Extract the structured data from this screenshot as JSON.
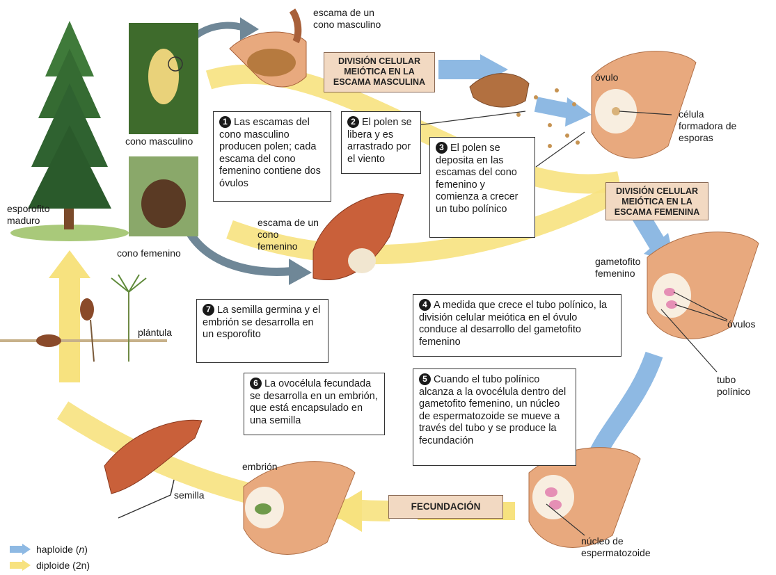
{
  "colors": {
    "haploid_arrow": "#8eb9e3",
    "diploid_arrow": "#f7e27f",
    "stage_fill": "#f2d9c2",
    "tissue": "#e8a97e"
  },
  "labels": {
    "male_scale": "escama de un cono masculino",
    "male_cone": "cono masculino",
    "mature_sporophyte": "esporofito maduro",
    "female_cone": "cono femenino",
    "female_scale": "escama de un cono femenino",
    "ovule": "óvulo",
    "spore_cell": "célula formadora de esporas",
    "female_gametophyte": "gametofito femenino",
    "ovules": "óvulos",
    "pollen_tube": "tubo polínico",
    "sperm_nucleus": "núcleo de espermatozoide",
    "embryo": "embrión",
    "seed": "semilla",
    "seedling": "plántula"
  },
  "stages": {
    "male_meiosis": "DIVISIÓN CELULAR MEIÓTICA EN LA ESCAMA MASCULINA",
    "female_meiosis": "DIVISIÓN CELULAR MEIÓTICA EN LA ESCAMA FEMENINA",
    "fertilization": "FECUNDACIÓN"
  },
  "steps": [
    {
      "n": "1",
      "text": "Las escamas del cono masculino producen polen; cada escama del cono femenino contiene dos óvulos"
    },
    {
      "n": "2",
      "text": "El polen se libera y es arrastrado por el viento"
    },
    {
      "n": "3",
      "text": "El polen se deposita en las escamas del cono femenino y comienza a crecer un tubo polínico"
    },
    {
      "n": "4",
      "text": "A medida que crece el tubo polínico, la división celular meiótica en el óvulo conduce al desarrollo del gametofito femenino"
    },
    {
      "n": "5",
      "text": "Cuando el tubo polínico alcanza a la ovocélula dentro del gametofito femenino, un núcleo de espermatozoide se mueve a través del tubo y se produce la fecundación"
    },
    {
      "n": "6",
      "text": "La ovocélula fecundada se desarrolla en un embrión, que está encapsulado en una semilla"
    },
    {
      "n": "7",
      "text": "La semilla germina y el embrión se desarrolla en un esporofito"
    }
  ],
  "legend": [
    {
      "label": "haploide",
      "symbol": "n"
    },
    {
      "label": "diploide",
      "symbol": "2n"
    }
  ]
}
